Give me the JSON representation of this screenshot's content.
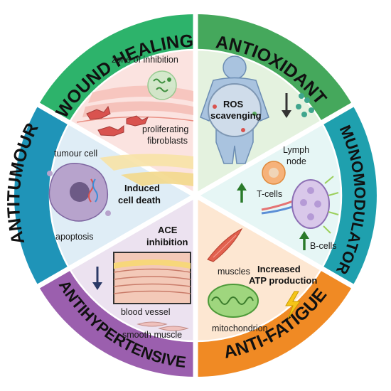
{
  "colors": {
    "wound_ring": "#2db36b",
    "antiox_ring": "#45a85c",
    "immuno_ring": "#1fa0ae",
    "antifatigue_ring": "#f08a24",
    "antihyper_ring": "#9b5fae",
    "antitumour_ring": "#1f94b8",
    "wound_fill": "#fbe3e0",
    "antiox_fill": "#e4f2df",
    "immuno_fill": "#e6f6f5",
    "antifatigue_fill": "#fde7d2",
    "antihyper_fill": "#ece2f0",
    "antitumour_fill": "#dfedf6"
  },
  "sections": {
    "wound": {
      "title": "WOUND HEALING",
      "label_zone": "zone of inhibition",
      "label_fibro_1": "proliferating",
      "label_fibro_2": "fibroblasts"
    },
    "antiox": {
      "title": "ANTIOXIDANT",
      "ros_1": "ROS",
      "ros_2": "scavenging"
    },
    "immuno": {
      "title": "IMMUNOMODULATORY",
      "lymph_1": "Lymph",
      "lymph_2": "node",
      "tcells": "T-cells",
      "bcells": "B-cells"
    },
    "antifatigue": {
      "title": "ANTI-FATIGUE",
      "muscles": "muscles",
      "atp_1": "Increased",
      "atp_2": "ATP production",
      "mito": "mitochondrion"
    },
    "antihyper": {
      "title": "ANTIHYPERTENSIVE",
      "ace_1": "ACE",
      "ace_2": "inhibition",
      "vessel": "blood vessel",
      "smooth": "smooth muscle"
    },
    "antitumour": {
      "title": "ANTITUMOUR",
      "tumour": "tumour cell",
      "death_1": "Induced",
      "death_2": "cell death",
      "apoptosis": "apoptosis"
    }
  }
}
